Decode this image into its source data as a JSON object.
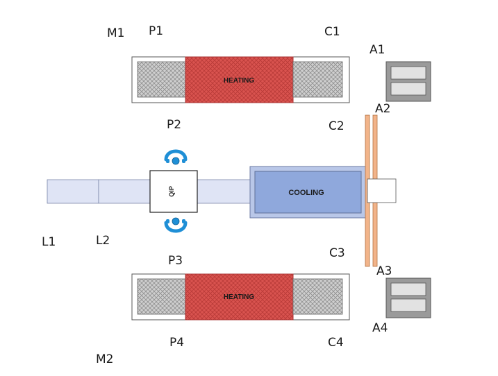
{
  "labels": {
    "m1": "M1",
    "p1": "P1",
    "c1": "C1",
    "a1": "A1",
    "a2": "A2",
    "p2": "P2",
    "c2": "C2",
    "l1": "L1",
    "l2": "L2",
    "p3": "P3",
    "c3": "C3",
    "a3": "A3",
    "p4": "P4",
    "c4": "C4",
    "a4": "A4",
    "m2": "M2"
  },
  "zones": {
    "heating_top": "HEATING",
    "heating_bottom": "HEATING",
    "cooling": "COOLING",
    "qip": "QIP"
  },
  "colors": {
    "heating_fill": "#d9534f",
    "cooling_fill": "#8fa8dc",
    "cooling_frame": "#b9c7e8",
    "conveyor": "#dfe4f5",
    "hatch": "#c8c8c8",
    "rail": "#f2b48a",
    "operator": "#1f8fd6",
    "cabinet": "#9a9a9a"
  },
  "icons": {
    "operator_top": "operator-icon",
    "operator_bottom": "operator-icon"
  }
}
